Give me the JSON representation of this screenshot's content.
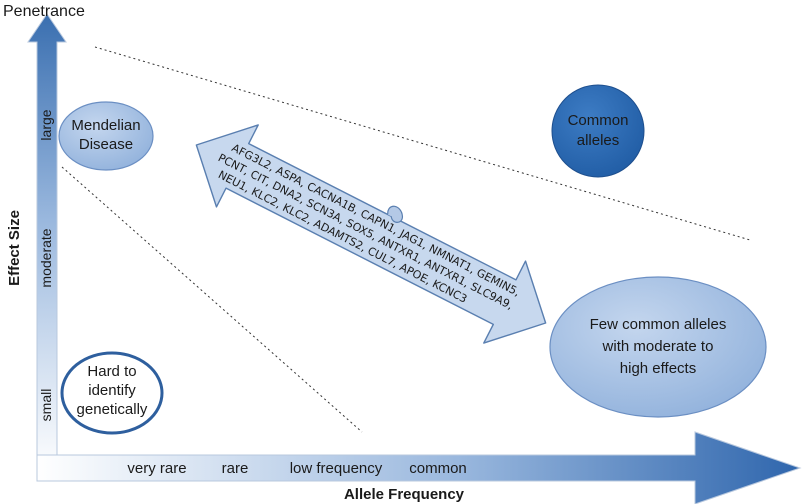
{
  "axes": {
    "y_title": "Penetrance",
    "y_label": "Effect Size",
    "y_ticks": [
      "large",
      "moderate",
      "small"
    ],
    "x_label": "Allele Frequency",
    "x_ticks": [
      "very rare",
      "rare",
      "low frequency",
      "common"
    ]
  },
  "regions": {
    "mendelian": [
      "Mendelian",
      "Disease"
    ],
    "common": [
      "Common",
      "alleles"
    ],
    "hard": [
      "Hard to",
      "identify",
      "genetically"
    ],
    "few_common": [
      "Few common alleles",
      "with moderate to",
      "high effects"
    ]
  },
  "genes": {
    "line1": "AFG3L2, ASPA, CACNA1B, CAPN1, JAG1, NMNAT1, GEMIN5,",
    "line2": "PCNT, CIT, DNA2, SCN3A, SOX5, ANTXR1, ANTXR1, SLC9A9,",
    "line3": "NEU1, KLC2, KLC2, ADAMTS2, CUL7, APOE, KCNC3"
  },
  "colors": {
    "axis_dark": "#3a6fb0",
    "axis_light": "#ffffff",
    "bubble_light": "#a9c2e3",
    "bubble_dark": "#2e6db4",
    "arrow_fill": "#c7d8ee",
    "arrow_stroke": "#5a7fb0"
  }
}
